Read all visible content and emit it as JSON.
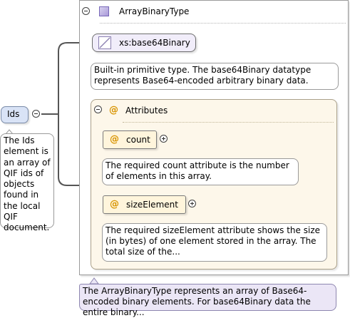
{
  "type": {
    "name": "ArrayBinaryType",
    "icon": "complex-type-icon",
    "documentation": "The ArrayBinaryType represents an array of Base64-encoded binary elements. For base64Binary data the entire binary..."
  },
  "base": {
    "name": "xs:base64Binary",
    "icon": "simple-type-icon",
    "documentation": "Built-in primitive type. The base64Binary datatype represents Base64-encoded arbitrary binary data."
  },
  "element": {
    "name": "Ids",
    "documentation": "The Ids element is an array of QIF ids of objects found in the local QIF document."
  },
  "attributes": {
    "label": "Attributes",
    "at_symbol": "@",
    "items": [
      {
        "name": "count",
        "documentation": "The required count attribute is the number of elements in this array."
      },
      {
        "name": "sizeElement",
        "documentation": "The required sizeElement attribute shows the size (in bytes) of one element stored in the array. The total size of the..."
      }
    ]
  },
  "colors": {
    "element_fill": "#d9e3f6",
    "type_fill": "#ebe6f6",
    "attribute_fill": "#fff5dc",
    "attribute_group_fill": "#fdf7ea",
    "at_symbol": "#d89400"
  }
}
